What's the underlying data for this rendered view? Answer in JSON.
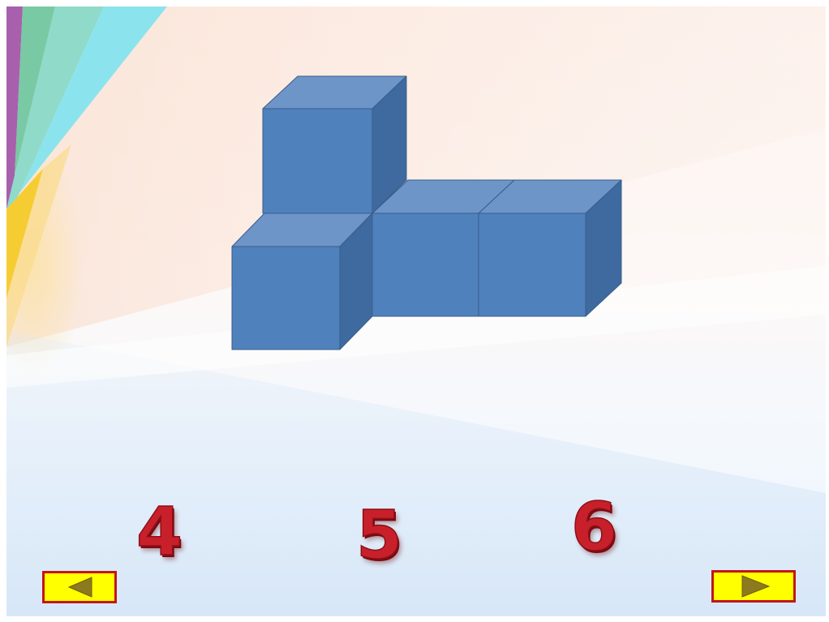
{
  "answer_options": [
    "4",
    "5",
    "6"
  ],
  "navigation": {
    "prev_icon": "triangle-left-icon",
    "next_icon": "triangle-right-icon"
  },
  "colors": {
    "cube_front": "#4f81bd",
    "cube_top": "#6d95c8",
    "cube_side": "#3f6a9f",
    "cube_edge": "#385d8a",
    "number": "#c8202a",
    "nav_fill": "#ffff00",
    "nav_border": "#c0161c",
    "arrow": "#8c7a1e"
  }
}
